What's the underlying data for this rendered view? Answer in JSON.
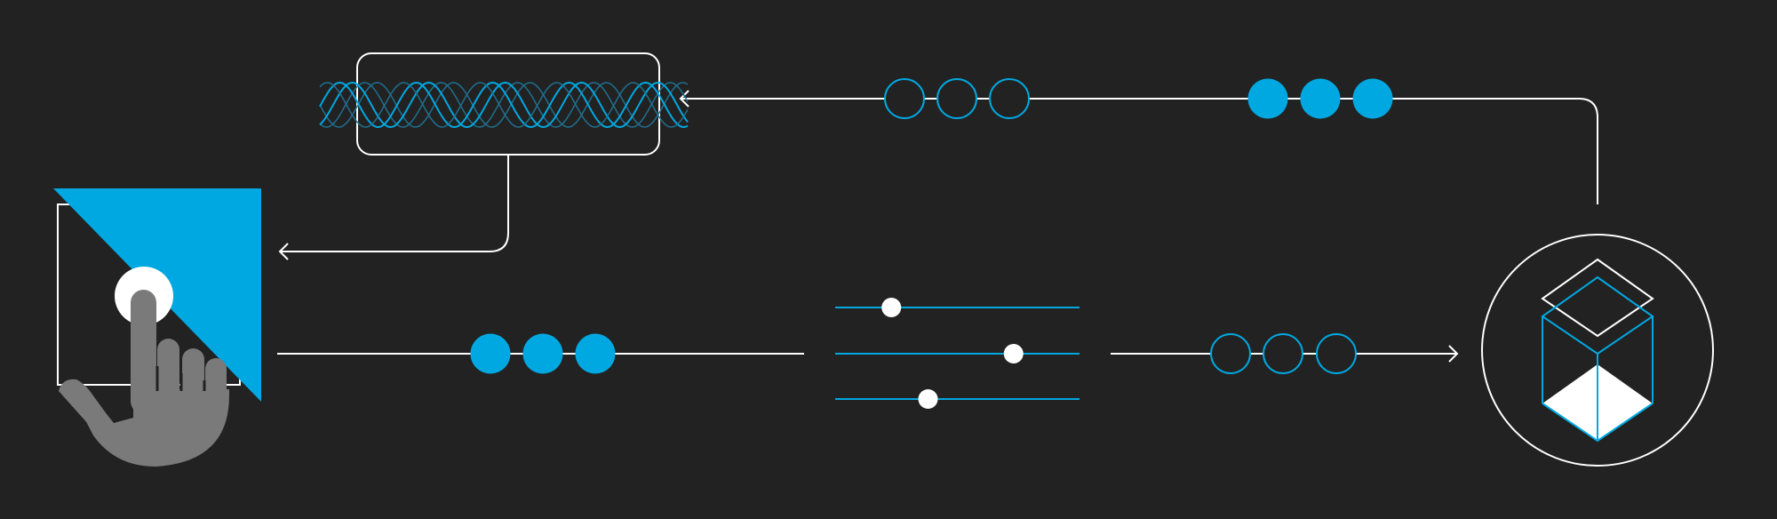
{
  "colors": {
    "background": "#222222",
    "accent": "#00A8E1",
    "line": "#FFFFFF",
    "hand": "#7A7A7A",
    "wave_muted": "#1F6F8F"
  },
  "icons": {
    "input": "touch-hand-icon",
    "signal": "waveform-icon",
    "model": "layered-cube-icon"
  },
  "controls": {
    "slider_levels": [
      0.23,
      0.73,
      0.38
    ]
  }
}
